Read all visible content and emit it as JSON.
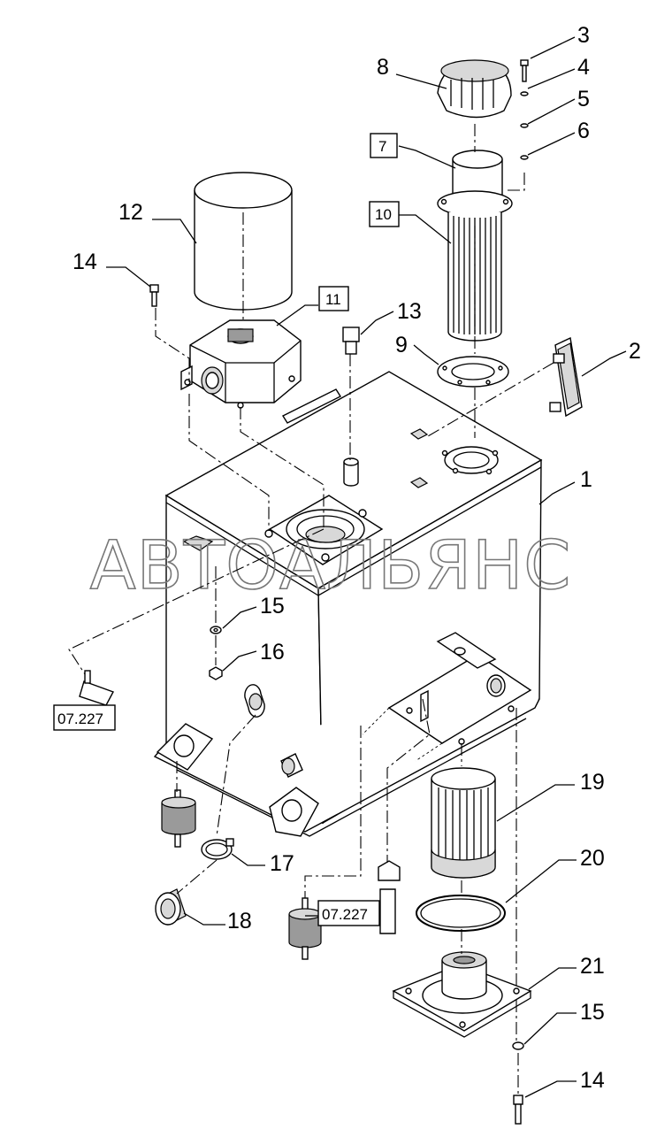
{
  "watermark": "АВТОАЛЬЯНС",
  "callouts": {
    "c1": "1",
    "c2": "2",
    "c3": "3",
    "c4": "4",
    "c5": "5",
    "c6": "6",
    "c7": "7",
    "c8": "8",
    "c9": "9",
    "c10": "10",
    "c11": "11",
    "c12": "12",
    "c13": "13",
    "c14_top": "14",
    "c15_mid": "15",
    "c16": "16",
    "c17": "17",
    "c18": "18",
    "c19": "19",
    "c20": "20",
    "c21": "21",
    "c15_bottom": "15",
    "c14_bottom": "14"
  },
  "references": {
    "left": "07.227",
    "bottom": "07.227"
  }
}
